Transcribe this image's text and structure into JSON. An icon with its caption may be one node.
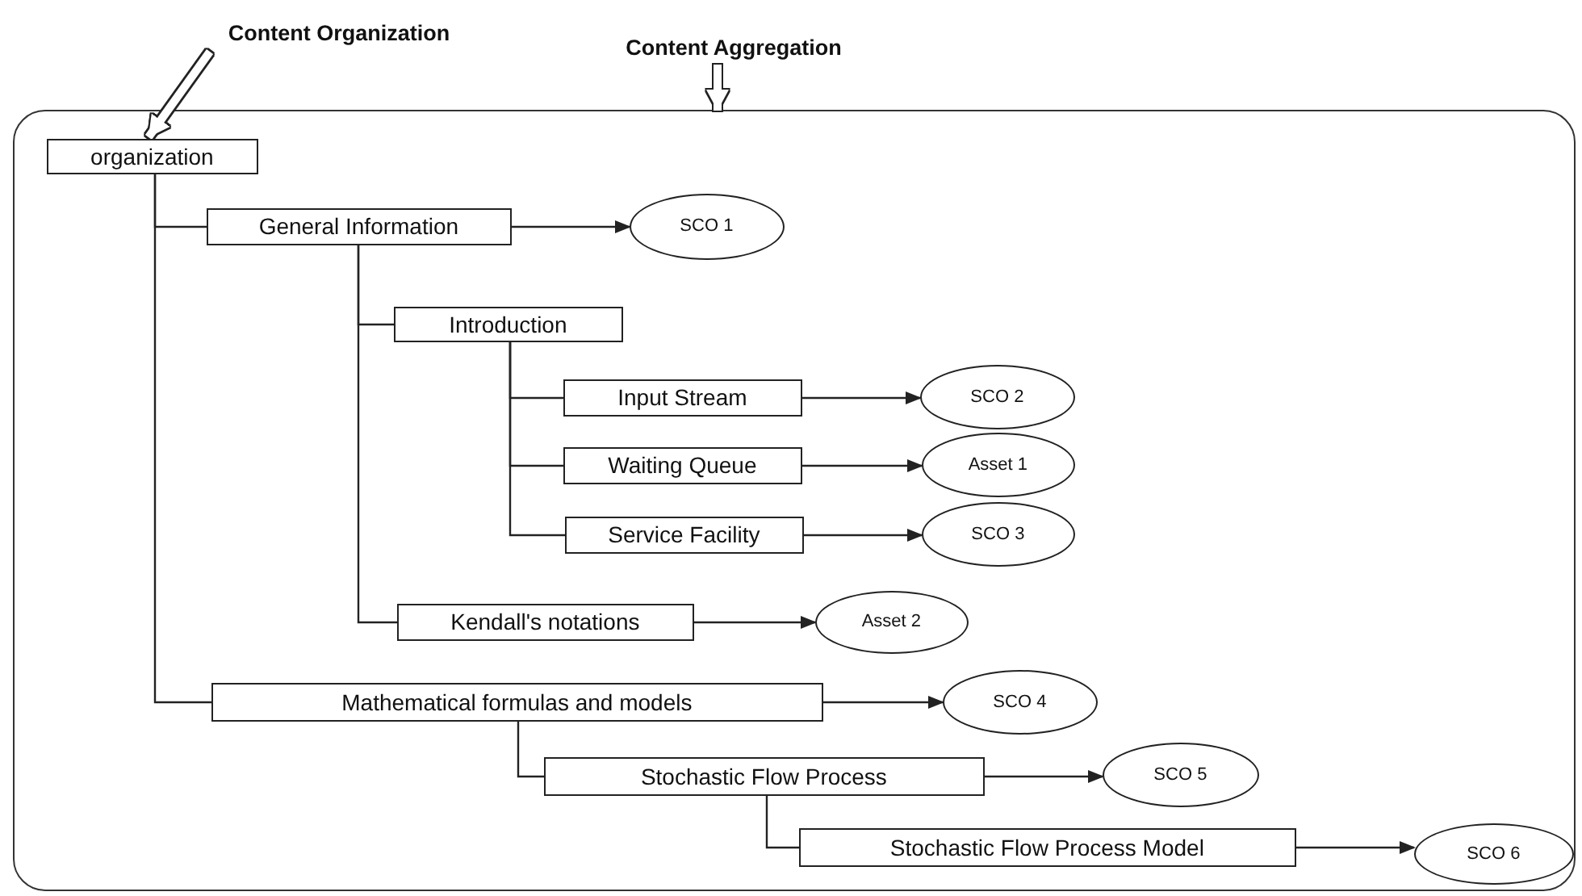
{
  "diagram": {
    "nodes": [
      {
        "text": [
          "Content Organization"
        ]
      },
      {
        "text": [
          "Content Aggregation"
        ]
      },
      {
        "text": [],
        "shape": "box"
      },
      {
        "text": [
          "organization"
        ],
        "in": 2
      },
      {
        "text": [
          "General Information"
        ],
        "in": 2
      },
      {
        "text": [
          "SCO 1"
        ],
        "in": 2
      },
      {
        "text": [
          "Introduction"
        ],
        "in": 2
      },
      {
        "text": [
          "Input Stream"
        ],
        "in": 2
      },
      {
        "text": [
          "SCO 2"
        ],
        "in": 2
      },
      {
        "text": [
          "Waiting Queue"
        ],
        "in": 2
      },
      {
        "text": [
          "Asset 1"
        ],
        "in": 2
      },
      {
        "text": [
          "Service Facility"
        ],
        "in": 2
      },
      {
        "text": [
          "SCO 3"
        ],
        "in": 2
      },
      {
        "text": [
          "Kendall's notations"
        ],
        "in": 2
      },
      {
        "text": [
          "Asset 2"
        ],
        "in": 2
      },
      {
        "text": [
          "Mathematical formulas and models"
        ],
        "in": 2
      },
      {
        "text": [
          "SCO 4"
        ],
        "in": 2
      },
      {
        "text": [
          "Stochastic Flow Process"
        ],
        "in": 2
      },
      {
        "text": [
          "SCO 5"
        ],
        "in": 2
      },
      {
        "text": [
          "Stochastic Flow Process Model"
        ],
        "in": 2
      },
      {
        "text": [
          "SCO 6"
        ],
        "in": 2
      }
    ],
    "edges": [
      {
        "from": 0,
        "to": 3,
        "arrow": "to",
        "style": "thick",
        "color": "#ffffff"
      },
      {
        "from": 1,
        "to": 2,
        "arrow": "to",
        "style": "thick",
        "color": "#ffffff"
      },
      {
        "from": 3,
        "to": 4,
        "arrow": "none"
      },
      {
        "from": 3,
        "to": 15,
        "arrow": "none"
      },
      {
        "from": 4,
        "to": 5,
        "arrow": "to"
      },
      {
        "from": 4,
        "to": 6,
        "arrow": "none"
      },
      {
        "from": 4,
        "to": 13,
        "arrow": "none"
      },
      {
        "from": 6,
        "to": 7,
        "arrow": "none"
      },
      {
        "from": 6,
        "to": 9,
        "arrow": "none"
      },
      {
        "from": 6,
        "to": 11,
        "arrow": "none"
      },
      {
        "from": 7,
        "to": 8,
        "arrow": "to"
      },
      {
        "from": 9,
        "to": 10,
        "arrow": "to"
      },
      {
        "from": 11,
        "to": 12,
        "arrow": "to"
      },
      {
        "from": 13,
        "to": 14,
        "arrow": "to"
      },
      {
        "from": 15,
        "to": 16,
        "arrow": "to"
      },
      {
        "from": 15,
        "to": 17,
        "arrow": "none"
      },
      {
        "from": 17,
        "to": 18,
        "arrow": "to"
      },
      {
        "from": 17,
        "to": 19,
        "arrow": "none"
      },
      {
        "from": 19,
        "to": 20,
        "arrow": "to"
      }
    ]
  }
}
